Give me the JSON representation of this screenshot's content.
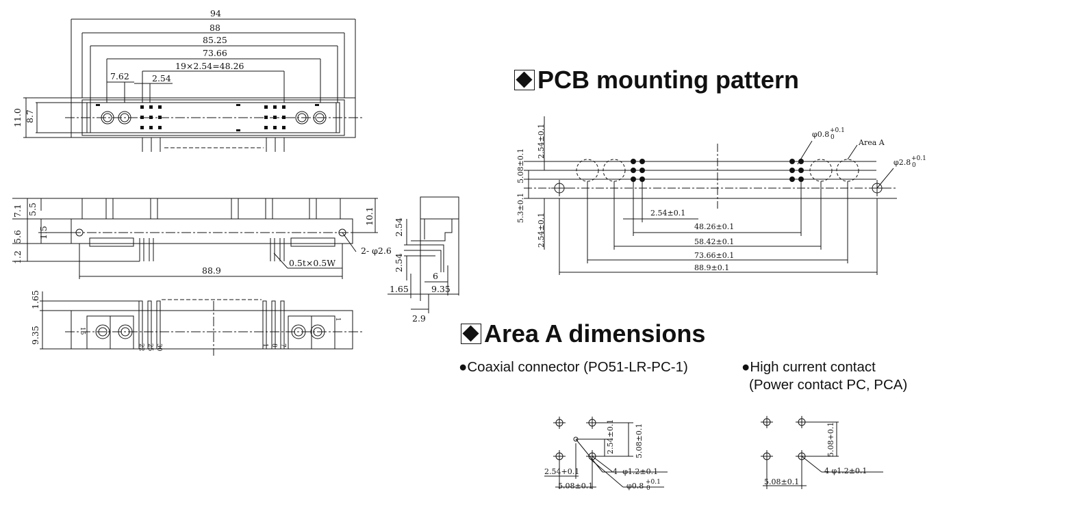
{
  "headings": {
    "pcb": "PCB mounting pattern",
    "area_a": "Area A dimensions"
  },
  "bullets": {
    "coaxial": "●Coaxial connector (PO51-LR-PC-1)",
    "high_current": "●High current contact",
    "high_current_sub": "(Power contact PC, PCA)"
  },
  "front_view": {
    "dims": [
      "94",
      "88",
      "85.25",
      "73.66",
      "19×2.54=48.26",
      "7.62",
      "2.54",
      "11.0",
      "8.7"
    ]
  },
  "side_view": {
    "dims": [
      "7.1",
      "5.5",
      "5.6",
      "1.5",
      "1.2",
      "10.1",
      "2- φ2.6",
      "0.5t×0.5W",
      "88.9"
    ]
  },
  "end_view": {
    "dims": [
      "2.54",
      "2.54",
      "6",
      "1.65",
      "9.35",
      "2.9"
    ]
  },
  "bottom_view": {
    "dims": [
      "1.65",
      "9.35"
    ],
    "pin_marks": [
      "15",
      "22",
      "25",
      "30",
      "1",
      "8",
      "7",
      "1"
    ]
  },
  "pcb_pattern": {
    "dims": [
      "2.54±0.1",
      "5.08±0.1",
      "5.3±0.1",
      "2.54±0.1",
      "2.54±0.1",
      "48.26±0.1",
      "58.42±0.1",
      "73.66±0.1",
      "88.9±0.1"
    ],
    "hole_small": "φ0.8",
    "hole_small_tol": "+0.1",
    "hole_small_tol_low": "0",
    "hole_large": "φ2.8",
    "hole_large_tol": "+0.1",
    "hole_large_tol_low": "0",
    "area_label": "Area A"
  },
  "area_coax": {
    "dims": [
      "2.54±0.1",
      "5.08±0.1",
      "2.54+0.1",
      "5.08±0.1",
      "4- φ1.2±0.1",
      "φ0.8"
    ],
    "tol": "+0.1",
    "tol_low": "0"
  },
  "area_hc": {
    "dims": [
      "5.08+0.1",
      "4 φ1.2±0.1",
      "5.08±0.1"
    ]
  }
}
